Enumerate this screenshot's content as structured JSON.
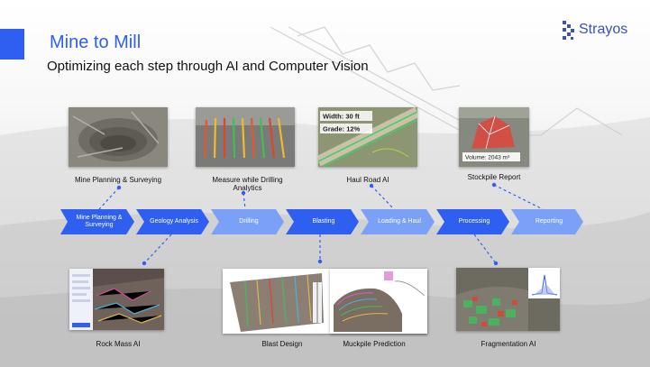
{
  "slide": {
    "title": "Mine to Mill",
    "subtitle": "Optimizing each step through AI and Computer Vision",
    "brand": "Strayos"
  },
  "process_steps": [
    "Mine Planning & Surveying",
    "Geology Analysis",
    "Drilling",
    "Blasting",
    "Loading & Haul",
    "Processing",
    "Reporting"
  ],
  "top_modules": [
    "Mine Planning & Surveying",
    "Measure while Drilling Analytics",
    "Haul Road AI",
    "Stockpile Report"
  ],
  "bottom_modules": [
    "Rock Mass AI",
    "Blast Design",
    "Muckpile Prediction",
    "Fragmentation AI"
  ],
  "haul_overlay": {
    "width": "Width: 30 ft",
    "grade": "Grade: 12%"
  },
  "stockpile_overlay": {
    "volume": "Volume: 2043 m³"
  },
  "colors": {
    "accent": "#2f5ff0",
    "chevron_dark": "#2f5ff0",
    "chevron_light": "#7aa0f7"
  }
}
